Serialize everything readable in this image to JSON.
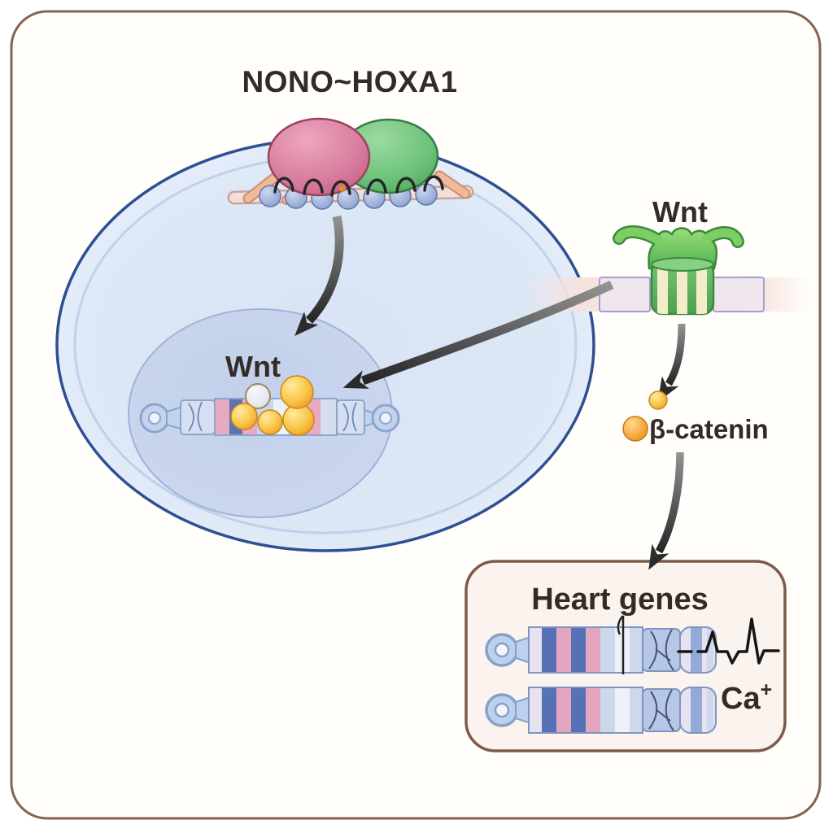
{
  "labels": {
    "title": "NONO~HOXA1",
    "nucleus_wnt": "Wnt",
    "receptor_wnt": "Wnt",
    "beta_catenin": "β-catenin",
    "heart_genes": "Heart genes",
    "calcium_base": "Ca",
    "calcium_sup": "+"
  },
  "colors": {
    "frame_border": "#87614d",
    "background": "#fffefb",
    "cell_outline": "#2e4f92",
    "cell_fill": "#dde8f6",
    "nucleus_fill": "#c6d3ec",
    "nono_pink": "#d4789c",
    "hoxa1_green": "#66bb72",
    "receptor_green": "#5fb95f",
    "receptor_stripe_cream": "#f2edc8",
    "membrane_pink": "#f6e2de",
    "beta_catenin_orange": "#f0a13a",
    "wnt_ball_yellow": "#f5c23a",
    "dna_bead_blue": "#9db1dc",
    "chromosome_pink": "#e3a6be",
    "chromosome_blue": "#5671b6",
    "heart_box_fill": "#faf3ee",
    "heart_box_border": "#7d5b48",
    "arrow_gray": "#2f2f2f",
    "ecg_black": "#151515",
    "text_dark": "#342a26"
  }
}
